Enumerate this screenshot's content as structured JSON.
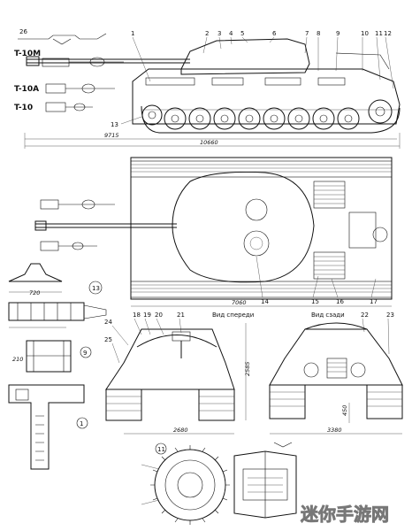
{
  "labels": {
    "variant_m": "T-10M",
    "variant_a": "T-10A",
    "variant_base": "T-10",
    "view_front": "Вид спереди",
    "view_rear": "Вид сзади"
  },
  "callouts": [
    "1",
    "2",
    "3",
    "4",
    "5",
    "6",
    "7",
    "8",
    "9",
    "10",
    "11",
    "12",
    "13",
    "14",
    "15",
    "16",
    "17",
    "18",
    "19",
    "20",
    "21",
    "22",
    "23",
    "24",
    "25",
    "26"
  ],
  "dimensions": {
    "length_hull": "9715",
    "length_total": "10660",
    "top_length": "7060",
    "track_link": "720",
    "front_width": "2680",
    "rear_width": "3380",
    "height": "2585",
    "ground_clearance": "450",
    "link_height": "210"
  },
  "watermark": "迷你手游网"
}
